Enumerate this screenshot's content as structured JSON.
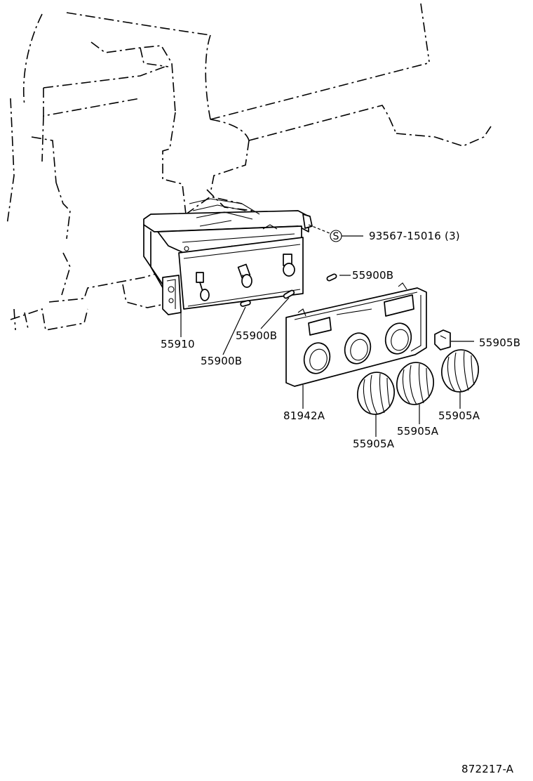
{
  "parts": {
    "screw_symbol": "S",
    "screw_label": "93567-15016 (3)",
    "clip_label_top": "55900B",
    "clip_label_mid": "55900B",
    "clip_label_low": "55900B",
    "control_assy": "55910",
    "knob_b": "55905B",
    "knob_a_right": "55905A",
    "knob_a_mid": "55905A",
    "knob_a_left": "55905A",
    "panel": "81942A"
  },
  "figure_id": "872217-A"
}
